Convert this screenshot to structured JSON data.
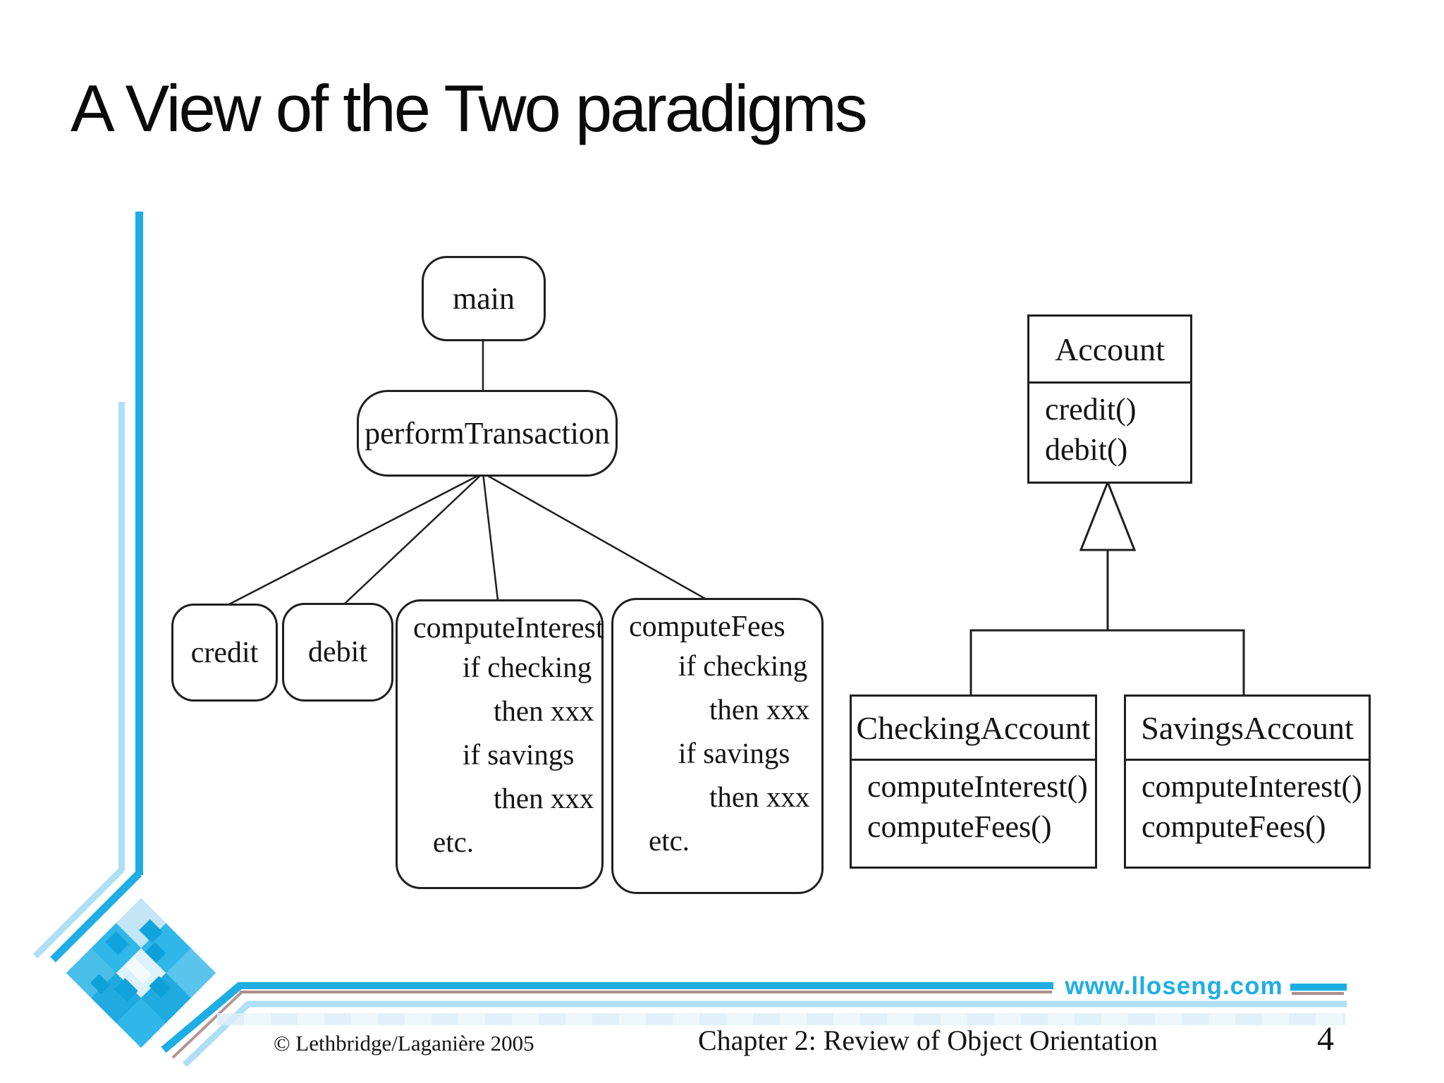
{
  "title": "A View of the Two paradigms",
  "colors": {
    "accent_cyan": "#1EAEE3",
    "light_blue": "#AEDFF5",
    "pale_blue_band": "#E2F1FA",
    "maroon_line": "#AD8D8D",
    "diagram_ink": "#1f1f1f"
  },
  "procedural": {
    "main": "main",
    "perform_transaction": "performTransaction",
    "credit": "credit",
    "debit": "debit",
    "compute_interest": {
      "title": "computeInterest",
      "body": [
        "if checking",
        "then xxx",
        "if savings",
        "then xxx",
        "etc."
      ]
    },
    "compute_fees": {
      "title": "computeFees",
      "body": [
        "if checking",
        "then xxx",
        "if savings",
        "then xxx",
        "etc."
      ]
    }
  },
  "uml": {
    "account": {
      "name": "Account",
      "methods": [
        "credit()",
        "debit()"
      ]
    },
    "checking": {
      "name": "CheckingAccount",
      "methods": [
        "computeInterest()",
        "computeFees()"
      ]
    },
    "savings": {
      "name": "SavingsAccount",
      "methods": [
        "computeInterest()",
        "computeFees()"
      ]
    }
  },
  "footer": {
    "website": "www.lloseng.com",
    "copyright": "© Lethbridge/Laganière 2005",
    "chapter": "Chapter 2: Review of Object Orientation",
    "page_number": "4"
  }
}
